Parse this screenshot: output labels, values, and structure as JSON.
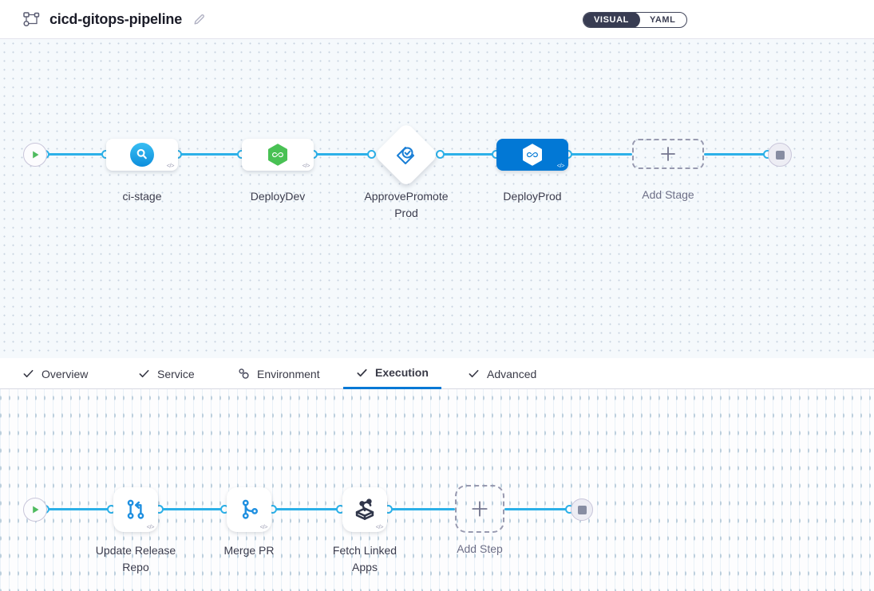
{
  "header": {
    "title": "cicd-gitops-pipeline",
    "icons": [
      "pipeline-icon",
      "edit-pencil-icon"
    ],
    "view_toggle": {
      "options": [
        "VISUAL",
        "YAML"
      ],
      "selected": "VISUAL"
    }
  },
  "colors": {
    "accent_blue": "#0278d5",
    "edge_blue": "#2cb0e8",
    "play_green": "#4fbb5f",
    "cd_hexagon_green": "#49c154",
    "toggle_dark": "#383c52",
    "canvas_top_bg": "#f5f9fc",
    "canvas_bottom_bg": "#fdfdfe"
  },
  "stage_pipeline": {
    "start_node": "play",
    "end_node": "stop",
    "stages": [
      {
        "label": "ci-stage",
        "icon": "ci-build-icon",
        "shape": "rect",
        "selected": false
      },
      {
        "label": "DeployDev",
        "icon": "cd-hexagon-icon",
        "shape": "rect",
        "selected": false
      },
      {
        "label": "ApprovePromoteProd",
        "icon": "approval-icon",
        "shape": "diamond",
        "selected": false
      },
      {
        "label": "DeployProd",
        "icon": "cd-hexagon-icon",
        "shape": "rect",
        "selected": true
      }
    ],
    "add_stage": {
      "label": "Add Stage"
    }
  },
  "tabs": {
    "items": [
      {
        "label": "Overview",
        "icon": "check-icon",
        "active": false
      },
      {
        "label": "Service",
        "icon": "check-icon",
        "active": false
      },
      {
        "label": "Environment",
        "icon": "environment-icon",
        "active": false
      },
      {
        "label": "Execution",
        "icon": "check-icon",
        "active": true
      },
      {
        "label": "Advanced",
        "icon": "check-icon",
        "active": false
      }
    ]
  },
  "execution_steps": {
    "start_node": "play",
    "end_node": "stop",
    "steps": [
      {
        "label": "Update Release Repo",
        "icon": "git-update-icon"
      },
      {
        "label": "Merge PR",
        "icon": "git-merge-icon"
      },
      {
        "label": "Fetch Linked Apps",
        "icon": "fetch-linked-apps-icon"
      }
    ],
    "add_step": {
      "label": "Add Step"
    }
  },
  "misc": {
    "code_badge": "</>"
  }
}
